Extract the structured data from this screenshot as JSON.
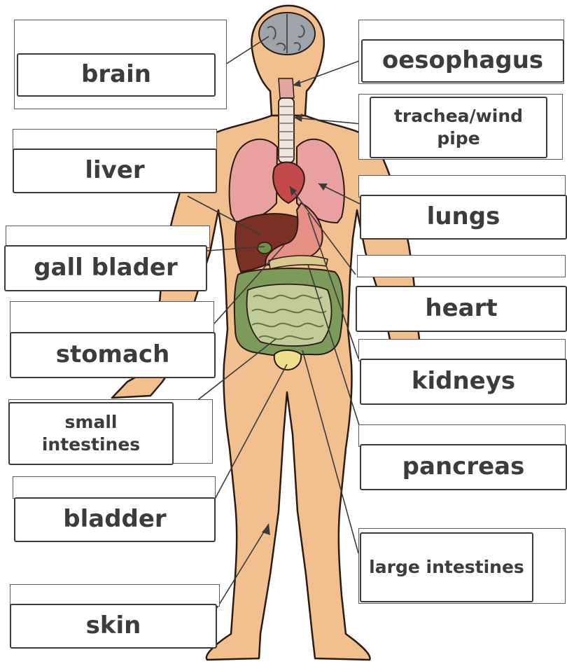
{
  "diagram": {
    "labels": {
      "brain": "brain",
      "oesophagus": "oesophagus",
      "trachea": "trachea/wind pipe",
      "liver": "liver",
      "lungs": "lungs",
      "gall_bladder": "gall blader",
      "heart": "heart",
      "stomach": "stomach",
      "kidneys": "kidneys",
      "small_intestines": "small intestines",
      "pancreas": "pancreas",
      "bladder": "bladder",
      "large_intestines": "large intestines",
      "skin": "skin"
    },
    "colors": {
      "skin": "#f2c08f",
      "outline": "#2b1a10",
      "lungs": "#e8a0a0",
      "heart": "#c4494a",
      "liver": "#7a3024",
      "stomach": "#e58f85",
      "large_intestine": "#7c9a5a",
      "small_intestine": "#c2cc9a",
      "bladder": "#efe08c",
      "brain": "#9ea4aa",
      "trachea": "#efe6e0"
    }
  }
}
